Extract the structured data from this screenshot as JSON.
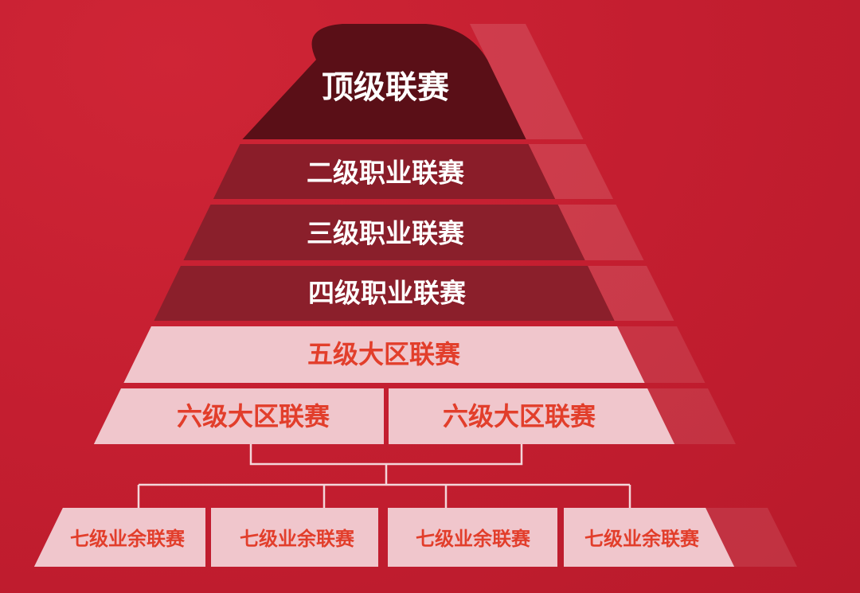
{
  "title": "足球联赛金字塔",
  "colors": {
    "background": "#c41e30",
    "tier1": "#5a0f17",
    "pro": "#8a1d29",
    "amateur_fill": "#f0c6cc",
    "amateur_text": "#e23e2b",
    "connector": "#f3d6da"
  },
  "tiers": [
    {
      "label": "顶级联赛"
    },
    {
      "label": "二级职业联赛"
    },
    {
      "label": "三级职业联赛"
    },
    {
      "label": "四级职业联赛"
    },
    {
      "label": "五级大区联赛"
    },
    {
      "labels": [
        "六级大区联赛",
        "六级大区联赛"
      ]
    },
    {
      "labels": [
        "七级业余联赛",
        "七级业余联赛",
        "七级业余联赛",
        "七级业余联赛"
      ]
    }
  ]
}
